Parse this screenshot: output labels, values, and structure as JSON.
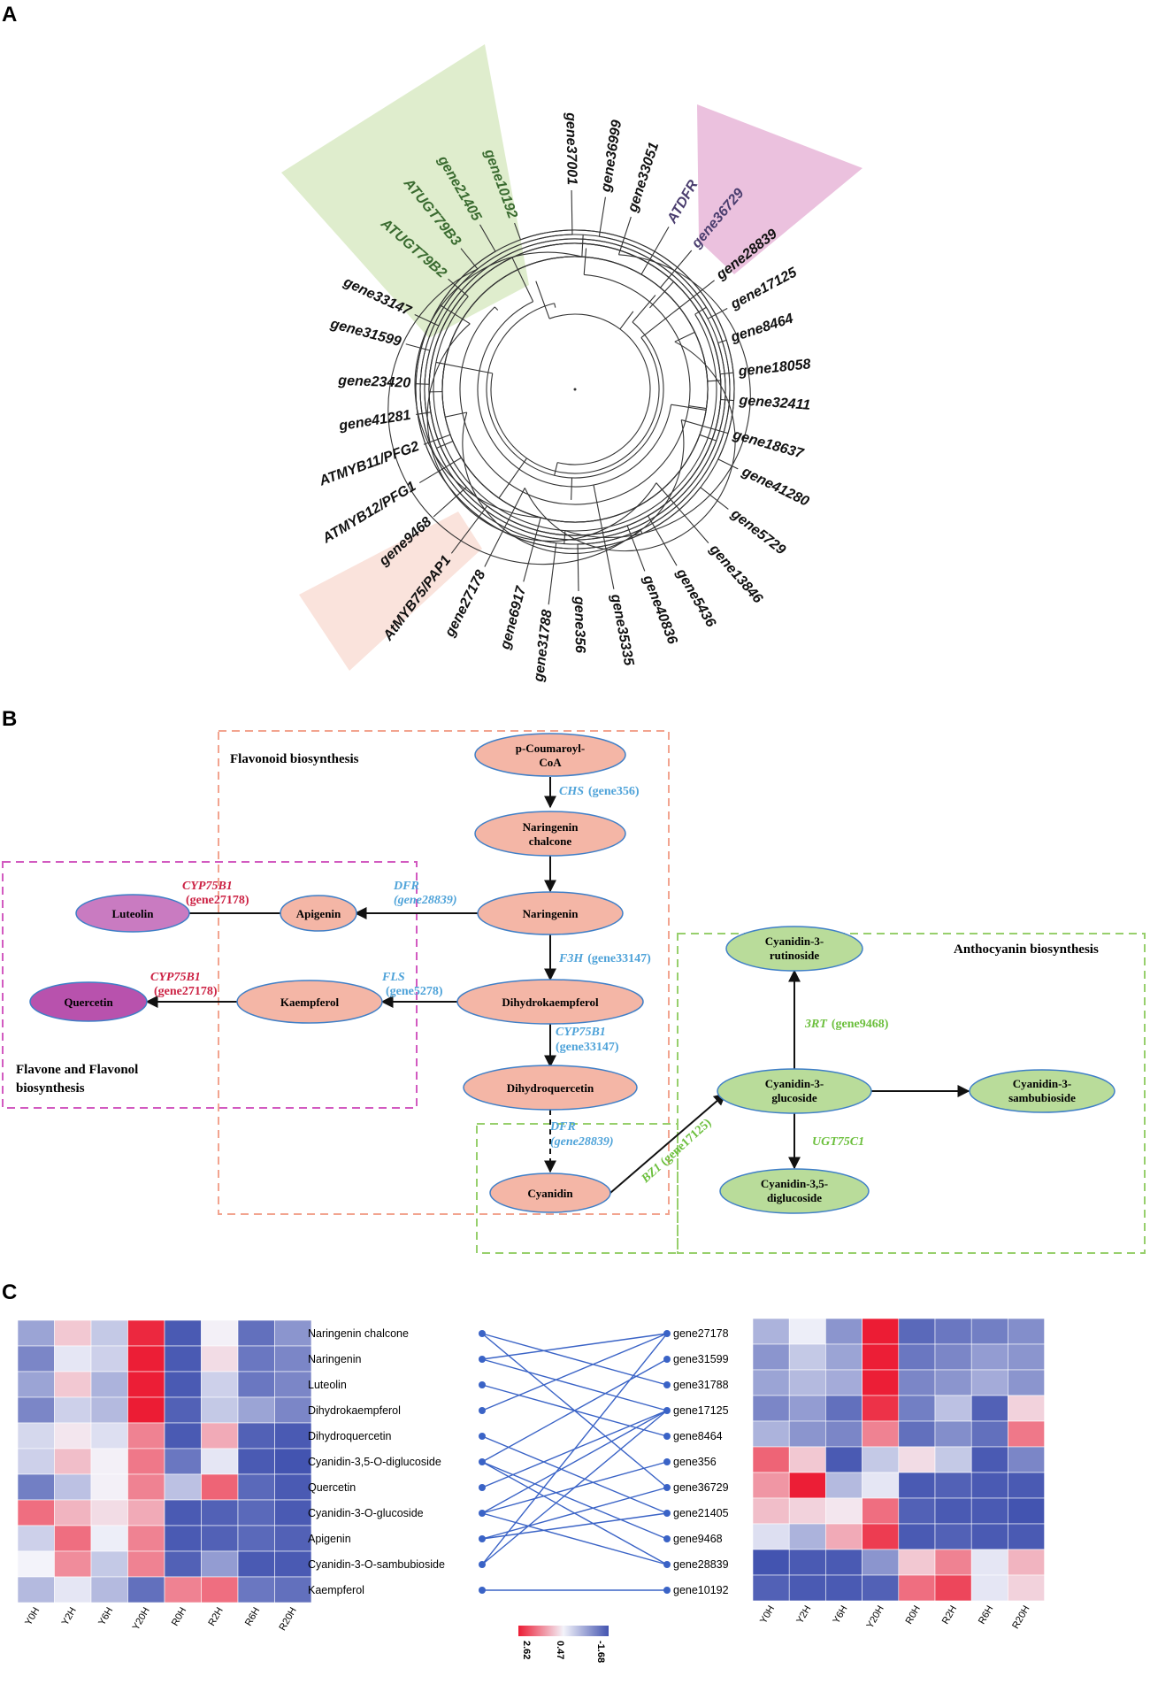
{
  "panelA": {
    "letter": "A",
    "leaves": [
      {
        "label": "gene10192",
        "angle": -110,
        "color": "#3a6b30"
      },
      {
        "label": "gene21405",
        "angle": -120,
        "color": "#3a6b30"
      },
      {
        "label": "ATUGT79B3",
        "angle": -129,
        "color": "#3a6b30"
      },
      {
        "label": "ATUGT79B2",
        "angle": -139,
        "color": "#3a6b30"
      },
      {
        "label": "gene33147",
        "angle": -155,
        "color": "#111111"
      },
      {
        "label": "gene31599",
        "angle": -165,
        "color": "#111111"
      },
      {
        "label": "gene23420",
        "angle": -178,
        "color": "#111111"
      },
      {
        "label": "gene41281",
        "angle": 171,
        "color": "#111111"
      },
      {
        "label": "ATMYB11/PFG2",
        "angle": 160,
        "color": "#111111"
      },
      {
        "label": "ATMYB12/PFG1",
        "angle": 149,
        "color": "#111111"
      },
      {
        "label": "gene9468",
        "angle": 138,
        "color": "#111111"
      },
      {
        "label": "AtMYB75/PAP1",
        "angle": 127,
        "color": "#111111"
      },
      {
        "label": "gene27178",
        "angle": 117,
        "color": "#111111"
      },
      {
        "label": "gene6917",
        "angle": 105,
        "color": "#111111"
      },
      {
        "label": "gene31788",
        "angle": 97,
        "color": "#111111"
      },
      {
        "label": "gene356",
        "angle": 89,
        "color": "#111111"
      },
      {
        "label": "gene35335",
        "angle": 79,
        "color": "#111111"
      },
      {
        "label": "gene40836",
        "angle": 69,
        "color": "#111111"
      },
      {
        "label": "gene5436",
        "angle": 60,
        "color": "#111111"
      },
      {
        "label": "gene13846",
        "angle": 49,
        "color": "#111111"
      },
      {
        "label": "gene5729",
        "angle": 38,
        "color": "#111111"
      },
      {
        "label": "gene41280",
        "angle": 26,
        "color": "#111111"
      },
      {
        "label": "gene18637",
        "angle": 16,
        "color": "#111111"
      },
      {
        "label": "gene32411",
        "angle": 4,
        "color": "#111111"
      },
      {
        "label": "gene18058",
        "angle": -6,
        "color": "#111111"
      },
      {
        "label": "gene8464",
        "angle": -18,
        "color": "#111111"
      },
      {
        "label": "gene17125",
        "angle": -28,
        "color": "#111111"
      },
      {
        "label": "gene28839",
        "angle": -38,
        "color": "#111111"
      },
      {
        "label": "gene36729",
        "angle": -50,
        "color": "#4a3d6e"
      },
      {
        "label": "ATDFR",
        "angle": -60,
        "color": "#4a3d6e"
      },
      {
        "label": "gene33051",
        "angle": -72,
        "color": "#111111"
      },
      {
        "label": "gene36999",
        "angle": -81,
        "color": "#111111"
      },
      {
        "label": "gene37001",
        "angle": -91,
        "color": "#111111"
      }
    ]
  },
  "panelB": {
    "letter": "B",
    "sections": {
      "flavonoid": "Flavonoid biosynthesis",
      "flavone_line1": "Flavone and Flavonol",
      "flavone_line2": "biosynthesis",
      "anthocyanin": "Anthocyanin biosynthesis"
    },
    "nodes": {
      "coumaroyl_1": "p-Coumaroyl-",
      "coumaroyl_2": "CoA",
      "chalcone_1": "Naringenin",
      "chalcone_2": "chalcone",
      "naringenin": "Naringenin",
      "apigenin": "Apigenin",
      "luteolin": "Luteolin",
      "dihydrokaempferol": "Dihydrokaempferol",
      "kaempferol": "Kaempferol",
      "quercetin": "Quercetin",
      "dihydroquercetin": "Dihydroquercetin",
      "cyanidin": "Cyanidin",
      "c3r_1": "Cyanidin-3-",
      "c3r_2": "rutinoside",
      "c3g_1": "Cyanidin-3-",
      "c3g_2": "glucoside",
      "c3s_1": "Cyanidin-3-",
      "c3s_2": "sambubioside",
      "c35_1": "Cyanidin-3,5-",
      "c35_2": "diglucoside"
    },
    "enzymes": {
      "chs_name": "CHS",
      "chs_gene": "(gene356)",
      "dfr1_name": "DFR",
      "dfr1_gene": "(gene28839)",
      "cyp1_name": "CYP75B1",
      "cyp1_gene": "(gene27178)",
      "f3h_name": "F3H",
      "f3h_gene": "(gene33147)",
      "fls_name": "FLS",
      "fls_gene": "(gene5278)",
      "cyp2_name": "CYP75B1",
      "cyp2_gene": "(gene27178)",
      "cyp3_name": "CYP75B1",
      "cyp3_gene": "(gene33147)",
      "dfr2_name": "DFR",
      "dfr2_gene": "(gene28839)",
      "bz1_name": "BZ1",
      "bz1_gene": "(gene17125)",
      "rt_name": "3RT",
      "rt_gene": "(gene9468)",
      "ugt_name": "UGT75C1"
    },
    "colors": {
      "salmon": "#f4b6a6",
      "green_node": "#b9dc9a",
      "purple_node": "#c97bc1",
      "blue_text": "#4fa3d9",
      "red_text": "#cc2244",
      "green_text": "#6bbf3c"
    }
  },
  "panelC": {
    "letter": "C",
    "columns": [
      "Y0H",
      "Y2H",
      "Y6H",
      "Y20H",
      "R0H",
      "R2H",
      "R6H",
      "R20H"
    ],
    "metabolites": [
      "Naringenin chalcone",
      "Naringenin",
      "Luteolin",
      "Dihydrokaempferol",
      "Dihydroquercetin",
      "Cyanidin-3,5-O-diglucoside",
      "Quercetin",
      "Cyanidin-3-O-glucoside",
      "Apigenin",
      "Cyanidin-3-O-sambubioside",
      "Kaempferol"
    ],
    "genes": [
      "gene27178",
      "gene31599",
      "gene31788",
      "gene17125",
      "gene8464",
      "gene356",
      "gene36729",
      "gene21405",
      "gene9468",
      "gene28839",
      "gene10192"
    ],
    "left_matrix": [
      [
        -0.6,
        0.9,
        -0.1,
        2.5,
        -1.6,
        0.5,
        -1.3,
        -0.8
      ],
      [
        -1.0,
        0.3,
        0.0,
        2.6,
        -1.6,
        0.7,
        -1.2,
        -1.0
      ],
      [
        -0.6,
        0.9,
        -0.4,
        2.6,
        -1.6,
        0.0,
        -1.2,
        -1.0
      ],
      [
        -1.0,
        0.0,
        -0.3,
        2.62,
        -1.5,
        -0.1,
        -0.6,
        -1.0
      ],
      [
        0.1,
        0.6,
        0.2,
        1.6,
        -1.6,
        1.2,
        -1.5,
        -1.6
      ],
      [
        0.0,
        1.0,
        0.5,
        1.7,
        -1.2,
        0.3,
        -1.6,
        -1.68
      ],
      [
        -1.1,
        -0.2,
        0.5,
        1.6,
        -0.2,
        1.9,
        -1.4,
        -1.6
      ],
      [
        1.8,
        1.1,
        0.7,
        1.2,
        -1.6,
        -1.5,
        -1.4,
        -1.6
      ],
      [
        0.0,
        1.8,
        0.4,
        1.6,
        -1.6,
        -1.5,
        -1.4,
        -1.5
      ],
      [
        0.47,
        1.5,
        -0.1,
        1.6,
        -1.5,
        -0.7,
        -1.6,
        -1.6
      ],
      [
        -0.3,
        0.3,
        -0.3,
        -1.3,
        1.6,
        1.8,
        -1.2,
        -1.3
      ]
    ],
    "right_matrix": [
      [
        -0.4,
        0.4,
        -0.8,
        2.62,
        -1.4,
        -1.2,
        -1.1,
        -0.9
      ],
      [
        -0.8,
        -0.1,
        -0.6,
        2.6,
        -1.2,
        -1.0,
        -0.7,
        -0.8
      ],
      [
        -0.6,
        -0.3,
        -0.5,
        2.6,
        -1.0,
        -0.8,
        -0.5,
        -0.8
      ],
      [
        -1.0,
        -0.7,
        -1.3,
        2.4,
        -1.1,
        -0.2,
        -1.5,
        0.8
      ],
      [
        -0.4,
        -0.8,
        -1.0,
        1.6,
        -1.3,
        -0.9,
        -1.3,
        1.7
      ],
      [
        1.9,
        0.9,
        -1.6,
        -0.1,
        0.7,
        -0.1,
        -1.6,
        -1.0
      ],
      [
        1.4,
        2.6,
        -0.3,
        0.3,
        -1.6,
        -1.5,
        -1.6,
        -1.6
      ],
      [
        1.0,
        0.8,
        0.6,
        1.8,
        -1.5,
        -1.6,
        -1.6,
        -1.68
      ],
      [
        0.2,
        -0.4,
        1.2,
        2.3,
        -1.6,
        -1.5,
        -1.6,
        -1.6
      ],
      [
        -1.68,
        -1.6,
        -1.6,
        -0.8,
        0.9,
        1.6,
        0.3,
        1.1
      ],
      [
        -1.5,
        -1.6,
        -1.6,
        -1.5,
        1.8,
        2.2,
        0.3,
        0.8
      ]
    ],
    "links": [
      [
        0,
        2
      ],
      [
        0,
        6
      ],
      [
        1,
        3
      ],
      [
        1,
        0
      ],
      [
        2,
        4
      ],
      [
        3,
        0
      ],
      [
        4,
        7
      ],
      [
        5,
        1
      ],
      [
        5,
        8
      ],
      [
        5,
        9
      ],
      [
        6,
        3
      ],
      [
        7,
        5
      ],
      [
        7,
        3
      ],
      [
        7,
        9
      ],
      [
        8,
        6
      ],
      [
        8,
        7
      ],
      [
        9,
        0
      ],
      [
        9,
        3
      ],
      [
        10,
        10
      ]
    ],
    "scale": {
      "max_label": "2.62",
      "mid_label": "0.47",
      "min_label": "-1.68",
      "max": 2.62,
      "mid": 0.47,
      "min": -1.68,
      "colors": {
        "high": "#ec1c34",
        "mid": "#f3f3fa",
        "low": "#4354b0"
      }
    }
  }
}
